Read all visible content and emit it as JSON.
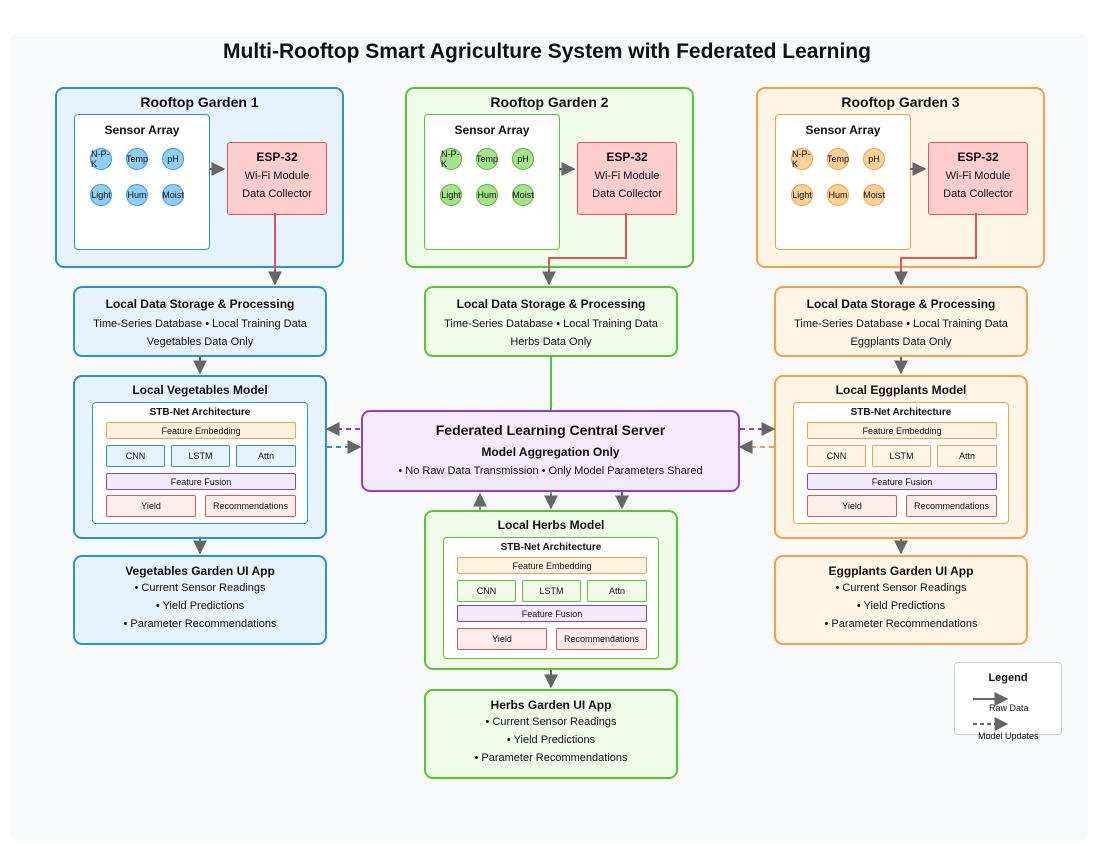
{
  "title": "Multi-Rooftop Smart Agriculture System with Federated Learning",
  "colors": {
    "garden1": "#2b8fe0",
    "garden2": "#57c52d",
    "garden3": "#f5a043",
    "server": "#8b3fd1",
    "esp": "#e35555",
    "raw_arrow": "#666666"
  },
  "gardens": [
    {
      "title": "Rooftop Garden 1",
      "sensor_array": "Sensor Array",
      "sensors": [
        "N-P-K",
        "Temp",
        "pH",
        "Light",
        "Hum",
        "Moist"
      ],
      "esp": {
        "title": "ESP-32",
        "line1": "Wi-Fi Module",
        "line2": "Data Collector"
      },
      "storage": {
        "title": "Local Data Storage & Processing",
        "line1": "Time-Series Database • Local Training Data",
        "line2": "Vegetables Data Only"
      },
      "model": {
        "title": "Local Vegetables Model"
      },
      "app": {
        "title": "Vegetables Garden UI App",
        "items": [
          "• Current Sensor Readings",
          "• Yield Predictions",
          "• Parameter Recommendations"
        ]
      }
    },
    {
      "title": "Rooftop Garden 2",
      "sensor_array": "Sensor Array",
      "sensors": [
        "N-P-K",
        "Temp",
        "pH",
        "Light",
        "Hum",
        "Moist"
      ],
      "esp": {
        "title": "ESP-32",
        "line1": "Wi-Fi Module",
        "line2": "Data Collector"
      },
      "storage": {
        "title": "Local Data Storage & Processing",
        "line1": "Time-Series Database • Local Training Data",
        "line2": "Herbs Data Only"
      },
      "model": {
        "title": "Local Herbs Model"
      },
      "app": {
        "title": "Herbs Garden UI App",
        "items": [
          "• Current Sensor Readings",
          "• Yield Predictions",
          "• Parameter Recommendations"
        ]
      }
    },
    {
      "title": "Rooftop Garden 3",
      "sensor_array": "Sensor Array",
      "sensors": [
        "N-P-K",
        "Temp",
        "pH",
        "Light",
        "Hum",
        "Moist"
      ],
      "esp": {
        "title": "ESP-32",
        "line1": "Wi-Fi Module",
        "line2": "Data Collector"
      },
      "storage": {
        "title": "Local Data Storage & Processing",
        "line1": "Time-Series Database • Local Training Data",
        "line2": "Eggplants Data Only"
      },
      "model": {
        "title": "Local Eggplants Model"
      },
      "app": {
        "title": "Eggplants Garden UI App",
        "items": [
          "• Current Sensor Readings",
          "• Yield Predictions",
          "• Parameter Recommendations"
        ]
      }
    }
  ],
  "architecture": {
    "title": "STB-Net Architecture",
    "embedding": "Feature Embedding",
    "cnn": "CNN",
    "lstm": "LSTM",
    "attn": "Attn",
    "fusion": "Feature Fusion",
    "yield": "Yield",
    "recommendations": "Recommendations"
  },
  "server": {
    "title": "Federated Learning Central Server",
    "subtitle": "Model Aggregation Only",
    "line": "• No Raw Data Transmission • Only Model Parameters Shared"
  },
  "legend": {
    "title": "Legend",
    "raw": "Raw Data",
    "updates": "Model Updates"
  }
}
